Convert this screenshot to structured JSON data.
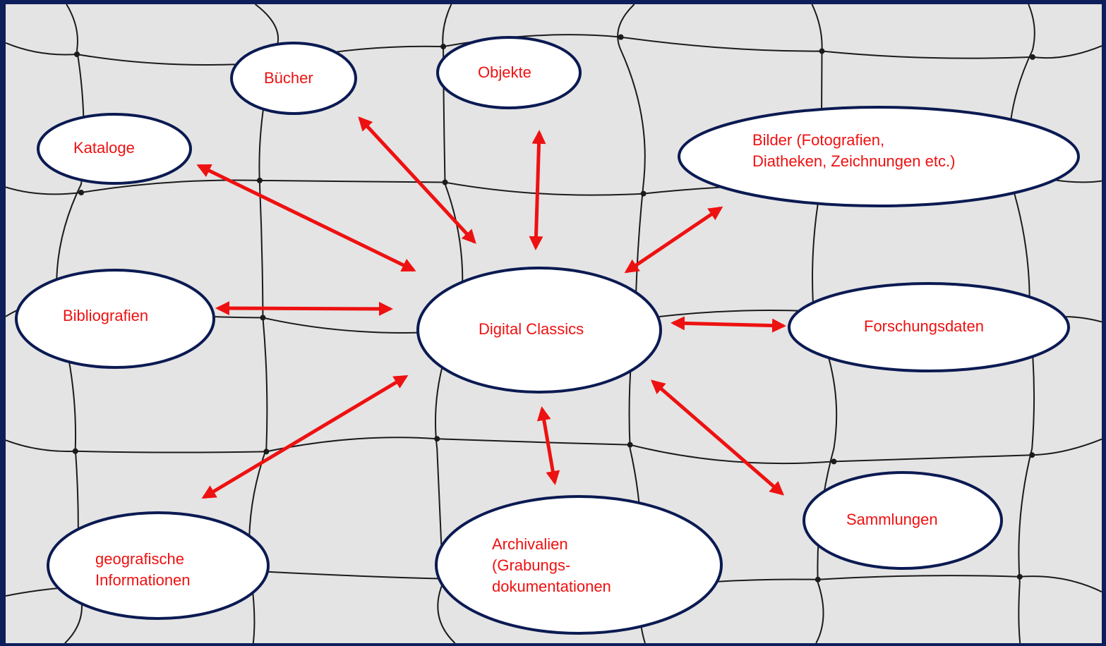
{
  "diagram": {
    "center": {
      "id": "center",
      "lines": [
        "Digital Classics"
      ]
    },
    "nodes": [
      {
        "id": "buecher",
        "lines": [
          "Bücher"
        ]
      },
      {
        "id": "objekte",
        "lines": [
          "Objekte"
        ]
      },
      {
        "id": "kataloge",
        "lines": [
          "Kataloge"
        ]
      },
      {
        "id": "bilder",
        "lines": [
          "Bilder (Fotografien,",
          "Diatheken, Zeichnungen etc.)"
        ]
      },
      {
        "id": "bibliografien",
        "lines": [
          "Bibliografien"
        ]
      },
      {
        "id": "forschungsdaten",
        "lines": [
          "Forschungsdaten"
        ]
      },
      {
        "id": "geo",
        "lines": [
          "geografische",
          "Informationen"
        ]
      },
      {
        "id": "archivalien",
        "lines": [
          "Archivalien",
          "(Grabungs-",
          "dokumentationen"
        ]
      },
      {
        "id": "sammlungen",
        "lines": [
          "Sammlungen"
        ]
      }
    ],
    "edges": [
      {
        "from": "center",
        "to": "buecher",
        "directed": "both"
      },
      {
        "from": "center",
        "to": "objekte",
        "directed": "both"
      },
      {
        "from": "center",
        "to": "kataloge",
        "directed": "both"
      },
      {
        "from": "center",
        "to": "bilder",
        "directed": "both"
      },
      {
        "from": "center",
        "to": "bibliografien",
        "directed": "both"
      },
      {
        "from": "center",
        "to": "forschungsdaten",
        "directed": "both"
      },
      {
        "from": "center",
        "to": "geo",
        "directed": "both"
      },
      {
        "from": "center",
        "to": "archivalien",
        "directed": "both"
      },
      {
        "from": "center",
        "to": "sammlungen",
        "directed": "both"
      }
    ]
  },
  "colors": {
    "frame": "#0d1e5a",
    "background": "#e4e4e4",
    "net": "#1b1b1b",
    "node_fill": "#ffffff",
    "node_border": "#0b1a52",
    "label": "#ee1111",
    "arrow": "#ee1111"
  }
}
